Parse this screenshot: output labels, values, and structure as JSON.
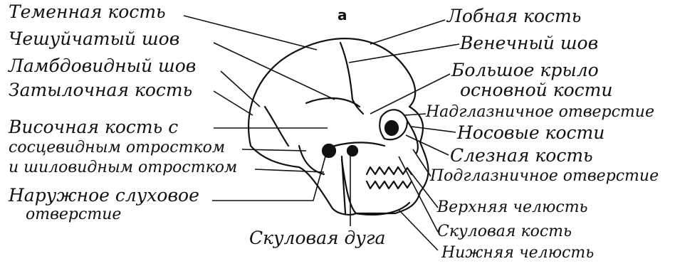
{
  "figure_letter": "а",
  "labels": {
    "parietal": "Теменная кость",
    "squamous": "Чешуйчатый шов",
    "lambdoid": "Ламбдовидный шов",
    "occipital": "Затылочная кость",
    "temporal_1": "Височная кость с",
    "temporal_2": "сосцевидным отростком",
    "temporal_3": "и шиловидным отростком",
    "ext_meatus_1": "Наружное слуховое",
    "ext_meatus_2": "отверстие",
    "zygomatic_arch": "Скуловая дуга",
    "frontal": "Лобная кость",
    "coronal": "Венечный шов",
    "sphenoid_1": "Большое крыло",
    "sphenoid_2": "основной кости",
    "supraorbital": "Надглазничное отверстие",
    "nasal": "Носовые кости",
    "lacrimal": "Слезная кость",
    "infraorbital": "Подглазничное отверстие",
    "maxilla": "Верхняя челюсть",
    "zygomatic_bone": "Скуловая кость",
    "mandible": "Нижняя челюсть"
  }
}
